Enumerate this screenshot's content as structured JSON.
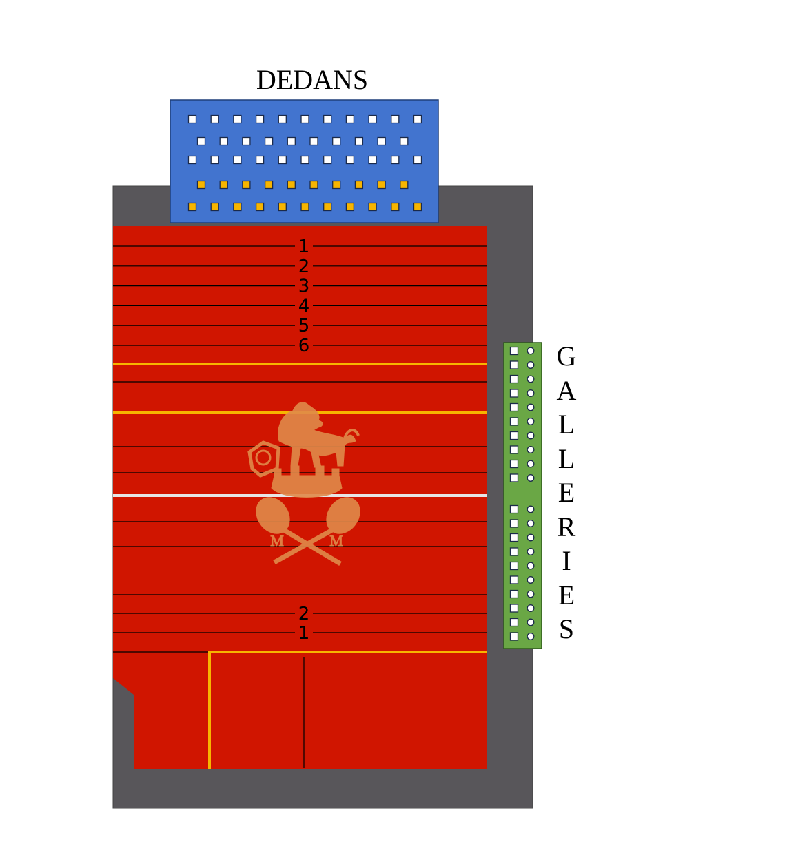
{
  "labels": {
    "dedans": "DEDANS",
    "galleries": [
      "G",
      "A",
      "L",
      "L",
      "E",
      "R",
      "I",
      "E",
      "S"
    ]
  },
  "court_lines": {
    "top_numbers": [
      "1",
      "2",
      "3",
      "4",
      "5",
      "6"
    ],
    "bottom_numbers": [
      "2",
      "1"
    ]
  },
  "crest": {
    "letters": [
      "M",
      "M"
    ]
  },
  "seating": {
    "dedans_rows": [
      {
        "count": 11,
        "status": "available"
      },
      {
        "count": 10,
        "status": "available"
      },
      {
        "count": 11,
        "status": "available"
      },
      {
        "count": 10,
        "status": "reserved"
      },
      {
        "count": 11,
        "status": "reserved"
      }
    ],
    "gallery_sections": [
      {
        "rows": 10,
        "columns": [
          "square",
          "circle"
        ]
      },
      {
        "rows": 10,
        "columns": [
          "square",
          "circle"
        ]
      }
    ]
  },
  "colors": {
    "surround": "#58565a",
    "court": "#d01500",
    "dedans_box": "#4274cf",
    "gallery_box": "#6aa745",
    "seat_available": "#ffffff",
    "seat_reserved": "#f7b500",
    "service_line": "#f7b500",
    "center_line": "#e6e6e6",
    "crest": "#e08a4a"
  }
}
